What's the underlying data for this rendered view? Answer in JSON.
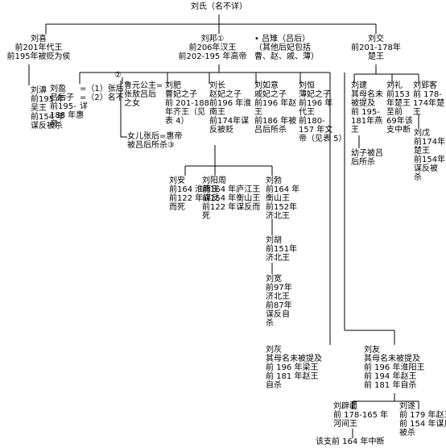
{
  "title": "刘氏（名不详）",
  "gen1": {
    "liu_xi": "刘喜\n前201年代王\n前195年被贬为侯",
    "liu_bang": "刘邦①\n前206年汉王\n前202-195 年高帝",
    "lv_zhi": "• 吕雉（吕后）\n（其他后妃包括\n曹、赵、戚、薄）",
    "liu_jiao": "刘交\n前201-178年\n楚王"
  },
  "gen2": {
    "liu_bi": "刘濞\n前195 年\n吴王\n前154 年\n谋反被杀",
    "liu_ying": "刘盈\n吕后子\n前195-\n188 年惠\n帝",
    "zhang_hou": "=（1）张后\n=（2）名不\n详",
    "circle2": "②",
    "luyuan": "鲁元公主=\n张敖吕后\n之女",
    "zhanghou_note": "女儿张后=惠帝\n被吕后所杀③",
    "liu_fei": "刘肥\n曹妃之子\n前 201-188\n年齐王（见\n表 4）",
    "liu_chang": "刘长\n赵妃之子\n前196 年淮\n南王\n前174年谋\n反被贬",
    "liu_ruyi": "刘如意\n戚妃之子\n前196 年赵\n王\n前186 年被\n吕后所杀",
    "liu_heng": "刘恒\n薄妃之子\n前196 年\n代王\n前180-\n157 年文\n帝（见表 5）",
    "liu_jian": "刘建\n其母名未\n被提及\n前 195-\n181年燕\n王",
    "liu_jian_son": "幼子被吕\n后所杀",
    "liu_li": "刘礼\n前153\n年楚王\n至前\n69年该\n支中断",
    "liu_yingke": "刘郢客\n前 178-\n174年楚\n王",
    "liu_wu": "刘戊\n前174年\n楚王\n前154年\n谋反被\n杀"
  },
  "gen3": {
    "liu_an": "刘安\n前164 淮南王\n前122 年谋反\n而死",
    "liu_ci": "刘阳周\n前164 年庐江王\n前154 年衡山王\n前122 年谋反而\n死",
    "liu_bo": "刘勃\n前164 年\n衡山王\n前152年\n济北王",
    "liu_hu": "刘胡\n前151年\n济北王",
    "liu_kuan": "刘宽\n前97年\n济北王\n前87年\n谋反自\n杀"
  },
  "lower": {
    "liu_hui": "刘灰\n其母名未被提及\n前 196 年梁王\n前 181 年赵王\n自杀",
    "liu_you": "刘友\n其母名未被提及\n前 196 年淮阳王\n前 194 年赵王\n前 181 年自杀",
    "liu_bijiang": "刘辟疆\n前 178-165 年\n河间王",
    "liu_sui": "刘遂\n前 179 年赵王\n前 154 年谋反\n被杀",
    "branch_end": "该支前 164 年中断"
  }
}
